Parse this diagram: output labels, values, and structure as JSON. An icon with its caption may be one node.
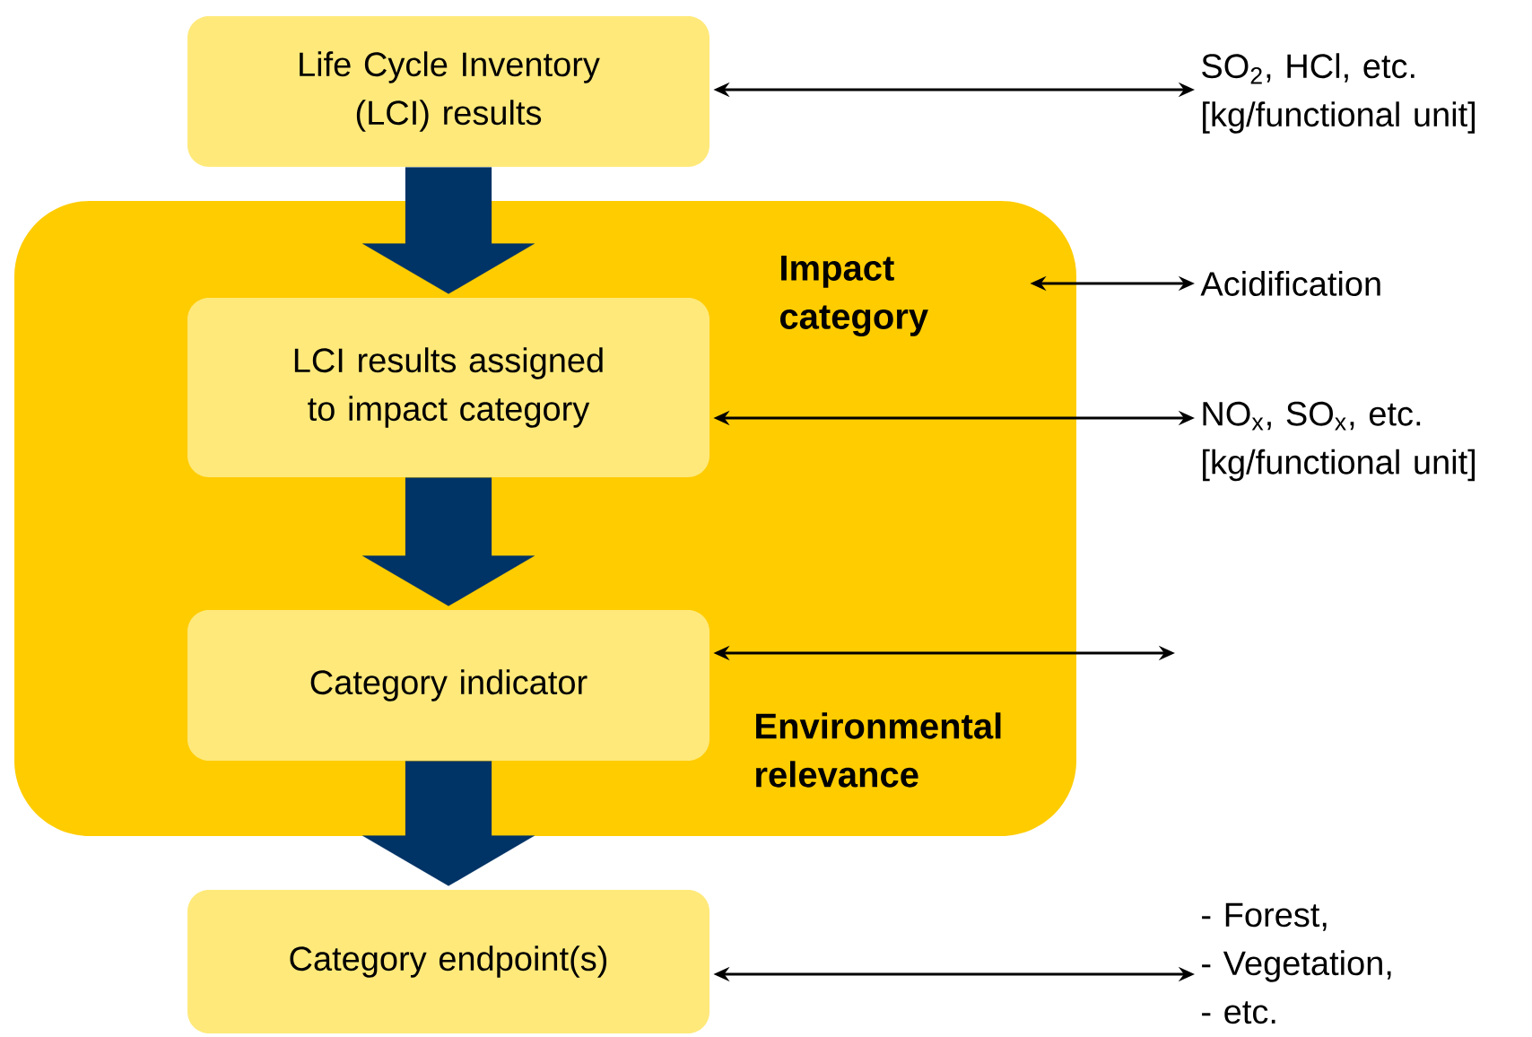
{
  "diagram": {
    "nodes": [
      {
        "text": [
          "Life Cycle Inventory (LCI) results"
        ]
      },
      {
        "text": [
          "Impact category",
          "Environmental relevance"
        ]
      },
      {
        "text": [
          "LCI  results assigned to impact category"
        ],
        "in": 1
      },
      {
        "text": [
          "Category indicator"
        ],
        "in": 1
      },
      {
        "text": [
          "Category endpoint(s)"
        ]
      },
      {
        "text": [
          "SO$_{2}$, HCl, etc. [kg/functional unit]"
        ]
      },
      {
        "text": [
          "Acidification"
        ]
      },
      {
        "text": [
          "NO$_{x}$, SO$_{x}$, etc. [kg/functional unit]"
        ]
      },
      {
        "text": [
          "- Forest,",
          "- Vegetation,",
          "- etc."
        ]
      }
    ],
    "edges": [
      {
        "from": 0,
        "to": 2,
        "arrow": "to",
        "style": "thick",
        "color": "#003366"
      },
      {
        "from": 2,
        "to": 3,
        "arrow": "to",
        "style": "thick",
        "color": "#003366"
      },
      {
        "from": 3,
        "to": 4,
        "arrow": "to",
        "style": "thick",
        "color": "#003366"
      },
      {
        "from": 0,
        "to": 5,
        "arrow": "both"
      },
      {
        "from": 1,
        "to": 6,
        "arrow": "both"
      },
      {
        "from": 2,
        "to": 7,
        "arrow": "both"
      },
      {
        "from": 3,
        "to": null,
        "arrow": "both"
      },
      {
        "from": 4,
        "to": 8,
        "arrow": "both"
      }
    ]
  }
}
